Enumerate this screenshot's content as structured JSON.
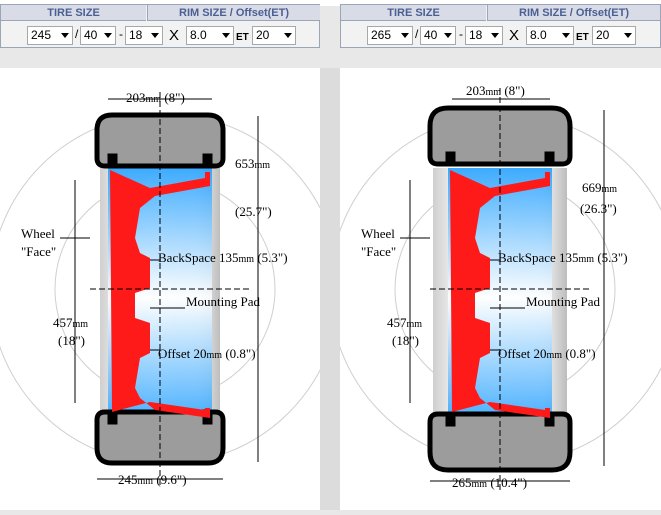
{
  "left": {
    "tire_size_header": "TIRE SIZE",
    "rim_size_header": "RIM SIZE / Offset(ET)",
    "width": "245",
    "ratio": "40",
    "rim": "18",
    "rim_width": "8.0",
    "et": "20",
    "slash": "/",
    "dash": "-",
    "x": "X",
    "et_label": "ET",
    "top_dim_num": "203",
    "top_dim_unit": "mm",
    "top_dim_in": "(8\")",
    "height_num": "653",
    "height_unit": "mm",
    "height_in": "(25.7\")",
    "face_line1": "Wheel",
    "face_line2": "\"Face\"",
    "backspace_text": "BackSpace 135",
    "backspace_unit": "mm",
    "backspace_in": "(5.3\")",
    "mounting_pad": "Mounting Pad",
    "rim_dia_num": "457",
    "rim_dia_unit": "mm",
    "rim_dia_in": "(18\")",
    "offset_text": "Offset 20",
    "offset_unit": "mm",
    "offset_in": "(0.8\")",
    "bottom_dim_num": "245",
    "bottom_dim_unit": "mm",
    "bottom_dim_in": "(9.6\")"
  },
  "right": {
    "tire_size_header": "TIRE SIZE",
    "rim_size_header": "RIM SIZE / Offset(ET)",
    "width": "265",
    "ratio": "40",
    "rim": "18",
    "rim_width": "8.0",
    "et": "20",
    "slash": "/",
    "dash": "-",
    "x": "X",
    "et_label": "ET",
    "top_dim_num": "203",
    "top_dim_unit": "mm",
    "top_dim_in": "(8\")",
    "height_num": "669",
    "height_unit": "mm",
    "height_in": "(26.3\")",
    "face_line1": "Wheel",
    "face_line2": "\"Face\"",
    "backspace_text": "BackSpace 135",
    "backspace_unit": "mm",
    "backspace_in": "(5.3\")",
    "mounting_pad": "Mounting Pad",
    "rim_dia_num": "457",
    "rim_dia_unit": "mm",
    "rim_dia_in": "(18\")",
    "offset_text": "Offset 20",
    "offset_unit": "mm",
    "offset_in": "(0.8\")",
    "bottom_dim_num": "265",
    "bottom_dim_unit": "mm",
    "bottom_dim_in": "(10.4\")"
  },
  "colors": {
    "tire": "#9a9a9a",
    "rim_red": "#ff1a1a",
    "blue": "#2aa6ff",
    "header_text": "#4a5f93"
  }
}
